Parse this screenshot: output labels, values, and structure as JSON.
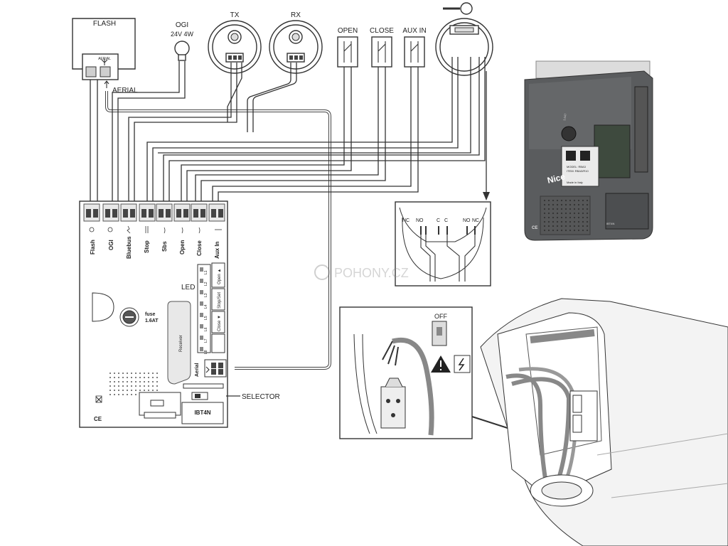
{
  "devices": {
    "flash": "FLASH",
    "flash_aerial": "AERIAL",
    "aerial": "AERIAL",
    "ogi": "OGI",
    "ogi_rating": "24V 4W",
    "tx": "TX",
    "rx": "RX",
    "open": "OPEN",
    "close": "CLOSE",
    "aux_in": "AUX IN"
  },
  "terminals": [
    "Flash",
    "OGI",
    "Bluebus",
    "Stop",
    "Sbs",
    "Open",
    "Close",
    "Aux In"
  ],
  "board": {
    "led_label": "LED",
    "led_codes": [
      "L1",
      "L2",
      "L3",
      "L4",
      "L5",
      "L6",
      "L7",
      "L8"
    ],
    "buttons": [
      "Open ▲",
      "Stop/Set",
      "Close ▼"
    ],
    "fuse_label": "fuse",
    "fuse_value": "1.6AT",
    "receiver": "Receiver",
    "aerial": "Aerial",
    "ibt4n": "IBT4N",
    "ce": "CE"
  },
  "labels": {
    "selector": "SELECTOR",
    "off": "OFF",
    "stop_switch": [
      "NC",
      "NO",
      "C",
      "C",
      "NO",
      "NC"
    ],
    "watermark": "POHONY.CZ"
  },
  "photo": {
    "fuse_small": "1.6AT",
    "brand": "Nice",
    "model": "MODEL: RBA3",
    "item": "ITEM: RBA3/R10",
    "made": "Made in Italy",
    "ibt4n": "IBT4N",
    "ce": "CE"
  }
}
